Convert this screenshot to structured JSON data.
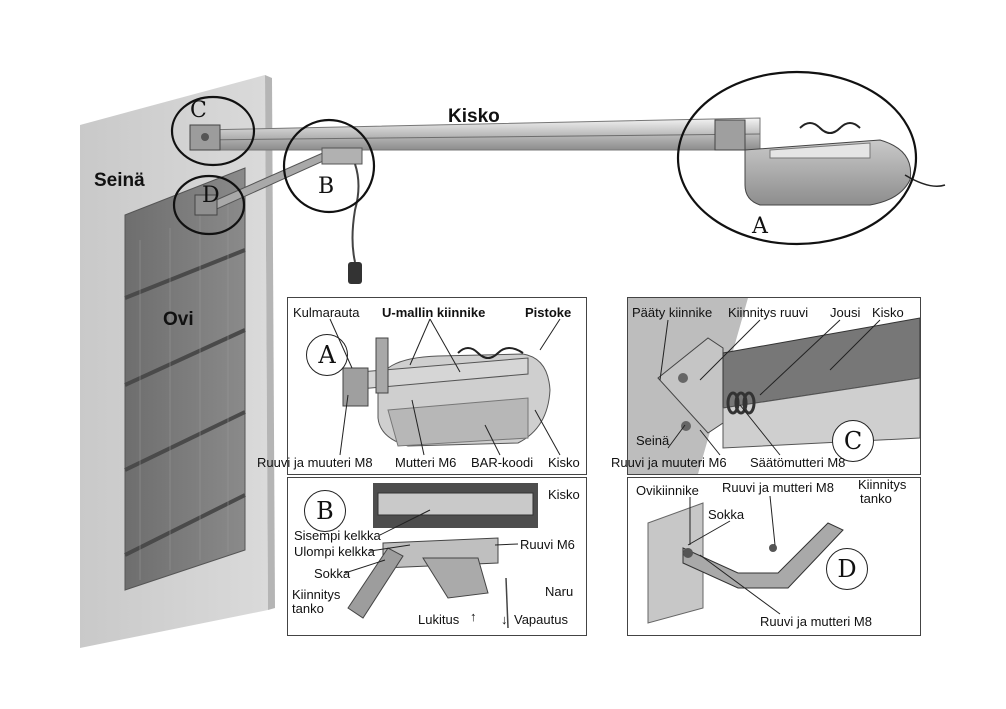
{
  "main": {
    "rail_label": "Kisko",
    "wall_label": "Seinä",
    "door_label": "Ovi",
    "circle_letters": [
      "C",
      "B",
      "D",
      "A"
    ]
  },
  "panel_a": {
    "badge": "A",
    "labels": {
      "angle_iron": "Kulmarauta",
      "u_bracket": "U-mallin kiinnike",
      "plug": "Pistoke",
      "bolt_m8": "Ruuvi ja muuteri M8",
      "nut_m6": "Mutteri M6",
      "barcode": "BAR-koodi",
      "rail": "Kisko"
    }
  },
  "panel_b": {
    "badge": "B",
    "labels": {
      "rail": "Kisko",
      "inner_carriage": "Sisempi kelkka",
      "outer_carriage": "Ulompi kelkka",
      "bolt_m6": "Ruuvi M6",
      "pin": "Sokka",
      "mount_rod_1": "Kiinnitys",
      "mount_rod_2": "tanko",
      "rope": "Naru",
      "lock": "Lukitus",
      "release": "Vapautus"
    }
  },
  "panel_c": {
    "badge": "C",
    "labels": {
      "end_bracket": "Pääty kiinnike",
      "mount_screw": "Kiinnitys ruuvi",
      "spring": "Jousi",
      "rail": "Kisko",
      "wall": "Seinä",
      "bolt_m6": "Ruuvi ja muuteri M6",
      "adjust_nut": "Säätömutteri M8"
    }
  },
  "panel_d": {
    "badge": "D",
    "labels": {
      "door_bracket": "Ovikiinnike",
      "bolt_m8_top": "Ruuvi ja mutteri M8",
      "mount_rod_1": "Kiinnitys",
      "mount_rod_2": "tanko",
      "pin": "Sokka",
      "bolt_m8_bottom": "Ruuvi ja mutteri M8"
    }
  }
}
